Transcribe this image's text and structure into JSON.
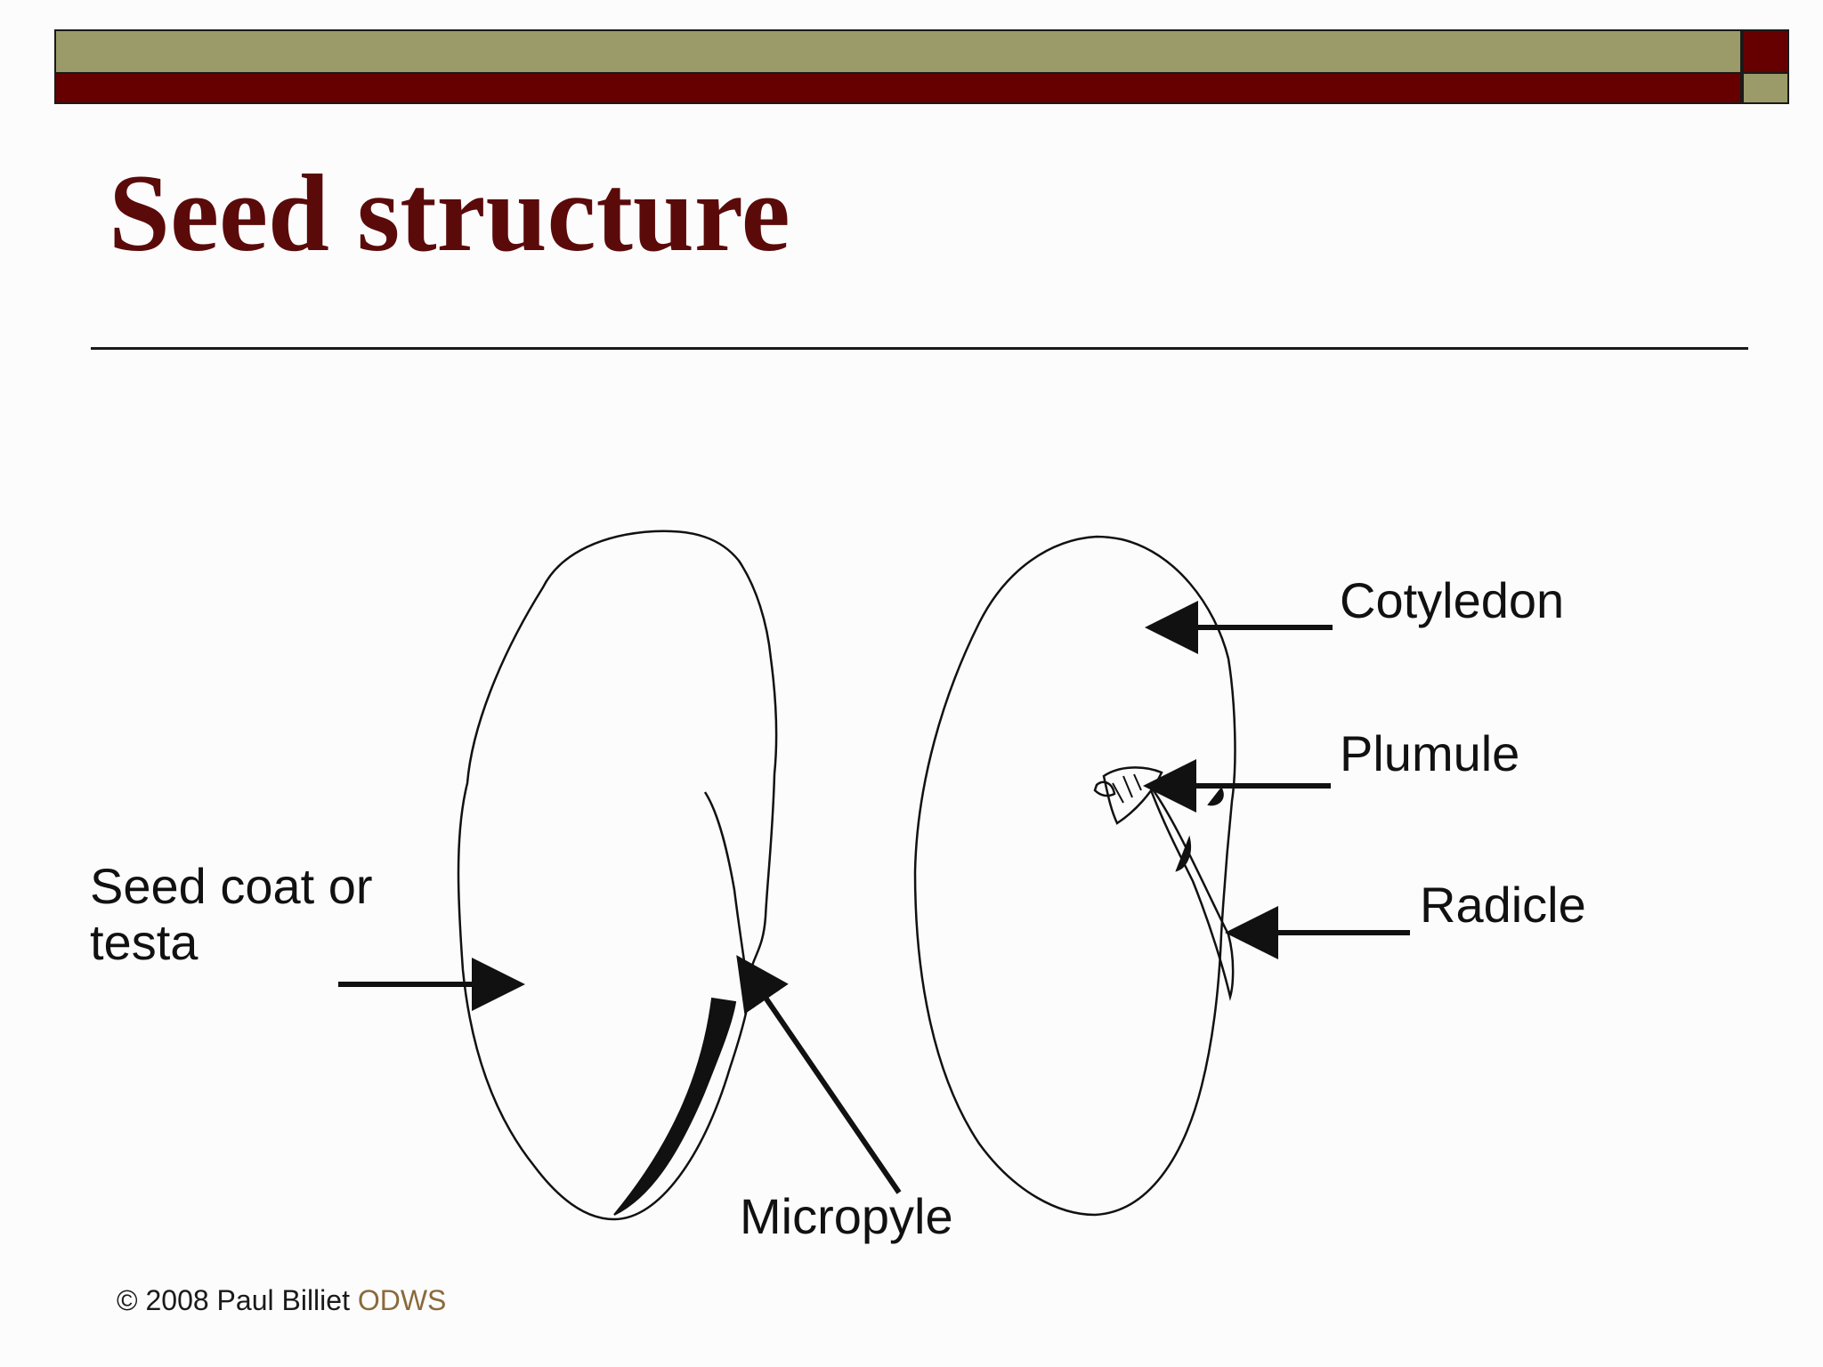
{
  "slide": {
    "title": "Seed structure",
    "colors": {
      "olive": "#9a9b68",
      "maroon": "#660000",
      "title": "#5b0a0a"
    }
  },
  "labels": {
    "seed_coat_line1": "Seed coat or",
    "seed_coat_line2": "testa",
    "micropyle": "Micropyle",
    "cotyledon": "Cotyledon",
    "plumule": "Plumule",
    "radicle": "Radicle"
  },
  "footer": {
    "copyright": "© 2008 Paul Billiet",
    "brand": "ODWS"
  }
}
